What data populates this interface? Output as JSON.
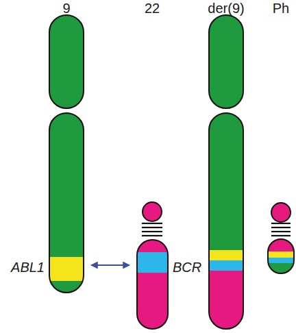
{
  "diagram": {
    "labels": [
      "9",
      "22",
      "der(9)",
      "Ph",
      "ABL1",
      "BCR"
    ]
  }
}
